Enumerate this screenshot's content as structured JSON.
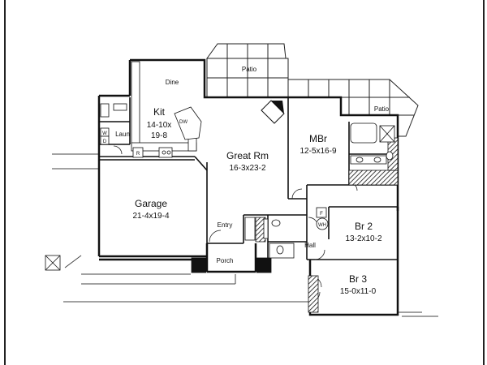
{
  "rooms": {
    "dine": {
      "name": "Dine"
    },
    "patio_upper": {
      "name": "Patio"
    },
    "patio_right": {
      "name": "Patio"
    },
    "kit": {
      "name": "Kit",
      "dims_1": "14-10x",
      "dims_2": "19-8"
    },
    "laun": {
      "name": "Laun"
    },
    "great": {
      "name": "Great Rm",
      "dims": "16-3x23-2"
    },
    "mbr": {
      "name": "MBr",
      "dims": "12-5x16-9"
    },
    "garage": {
      "name": "Garage",
      "dims": "21-4x19-4"
    },
    "entry": {
      "name": "Entry"
    },
    "porch": {
      "name": "Porch"
    },
    "hall": {
      "name": "Hall"
    },
    "br2": {
      "name": "Br 2",
      "dims": "13-2x10-2"
    },
    "br3": {
      "name": "Br 3",
      "dims": "15-0x11-0"
    }
  },
  "fixtures": {
    "dishwasher": "DW",
    "washer": "W",
    "dryer": "D",
    "refrigerator": "R",
    "water_heater": "WH",
    "furnace": "F"
  }
}
